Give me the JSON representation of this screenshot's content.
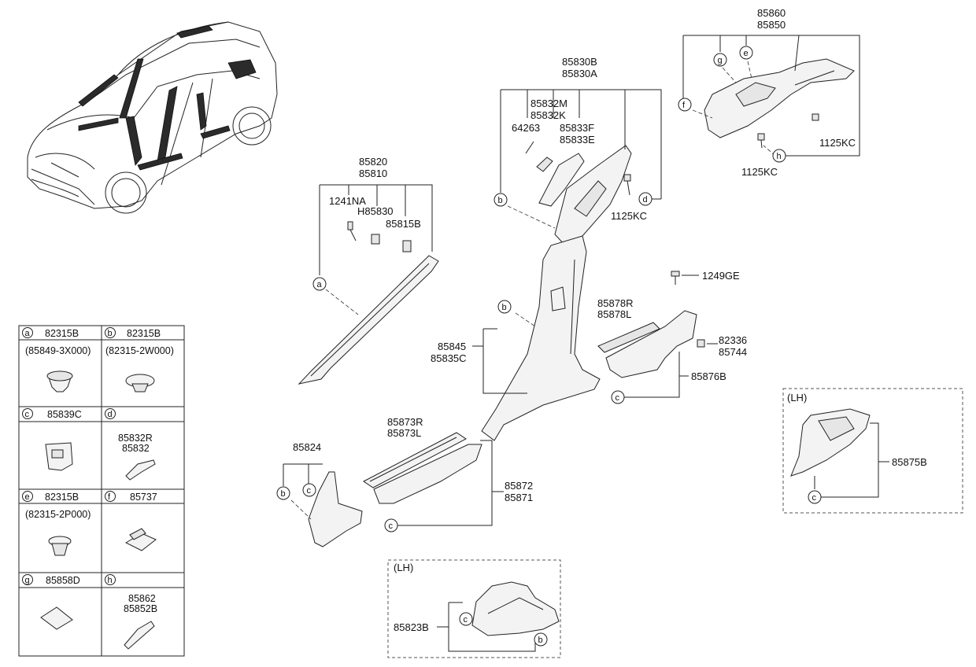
{
  "labels": {
    "p85860": "85860",
    "p85850": "85850",
    "p85830B": "85830B",
    "p85830A": "85830A",
    "p85832M": "85832M",
    "p85832K": "85832K",
    "p64263": "64263",
    "p85833F": "85833F",
    "p85833E": "85833E",
    "p1125KC_a": "1125KC",
    "p1125KC_b": "1125KC",
    "p1125KC_c": "1125KC",
    "p85820": "85820",
    "p85810": "85810",
    "p1241NA": "1241NA",
    "pH85830": "H85830",
    "p85815B": "85815B",
    "p1249GE": "1249GE",
    "p85878R": "85878R",
    "p85878L": "85878L",
    "p82336": "82336",
    "p85744": "85744",
    "p85845": "85845",
    "p85835C": "85835C",
    "p85876B": "85876B",
    "p85873R": "85873R",
    "p85873L": "85873L",
    "p85824": "85824",
    "p85872": "85872",
    "p85871": "85871",
    "p85875B": "85875B",
    "p85823B": "85823B",
    "lh1": "(LH)",
    "lh2": "(LH)"
  },
  "callouts": {
    "a": "a",
    "b": "b",
    "c": "c",
    "d": "d",
    "e": "e",
    "f": "f",
    "g": "g",
    "h": "h"
  },
  "legend": {
    "a": {
      "letter": "a",
      "part": "82315B",
      "note": "(85849-3X000)"
    },
    "b": {
      "letter": "b",
      "part": "82315B",
      "note": "(82315-2W000)"
    },
    "c": {
      "letter": "c",
      "part": "85839C"
    },
    "d": {
      "letter": "d",
      "part_1": "85832R",
      "part_2": "85832"
    },
    "e": {
      "letter": "e",
      "part": "82315B",
      "note": "(82315-2P000)"
    },
    "f": {
      "letter": "f",
      "part": "85737"
    },
    "g": {
      "letter": "g",
      "part": "85858D"
    },
    "h": {
      "letter": "h",
      "part_1": "85862",
      "part_2": "85852B"
    }
  },
  "colors": {
    "line": "#222222",
    "part_fill": "#f3f3f3",
    "highlight": "#2b2b2b"
  }
}
